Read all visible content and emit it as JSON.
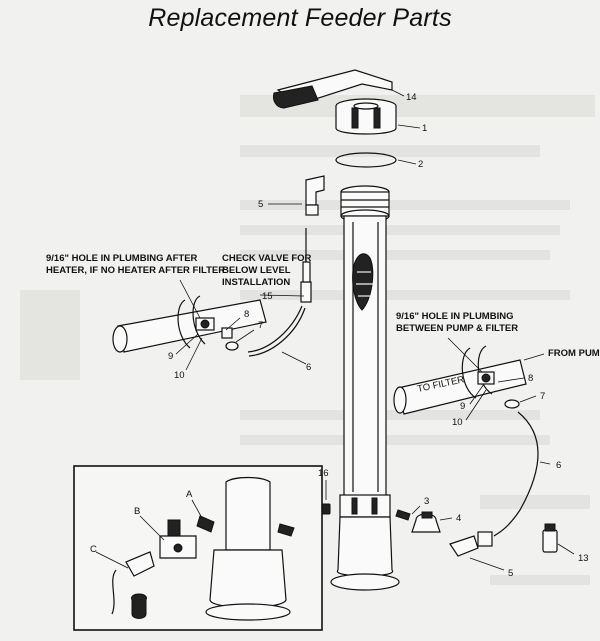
{
  "title": "Replacement Feeder Parts",
  "notes": {
    "left_hole_line1": "9/16\" HOLE IN PLUMBING AFTER",
    "left_hole_line2": "HEATER, IF NO HEATER AFTER FILTER",
    "check_valve_line1": "CHECK VALVE FOR",
    "check_valve_line2": "BELOW LEVEL",
    "check_valve_line3": "INSTALLATION",
    "right_hole_line1": "9/16\" HOLE IN PLUMBING",
    "right_hole_line2": "BETWEEN PUMP & FILTER",
    "from_pump": "FROM PUMP",
    "to_filter": "TO FILTER"
  },
  "part_numbers": {
    "p14": "14",
    "p1": "1",
    "p2": "2",
    "p5a": "5",
    "p15": "15",
    "p8a": "8",
    "p7a": "7",
    "p9a": "9",
    "p10a": "10",
    "p6a": "6",
    "p8b": "8",
    "p9b": "9",
    "p7b": "7",
    "p10b": "10",
    "p6b": "6",
    "p16": "16",
    "p3": "3",
    "p4": "4",
    "p5b": "5",
    "p13": "13"
  },
  "inset_labels": {
    "a": "A",
    "b": "B",
    "c": "C"
  }
}
